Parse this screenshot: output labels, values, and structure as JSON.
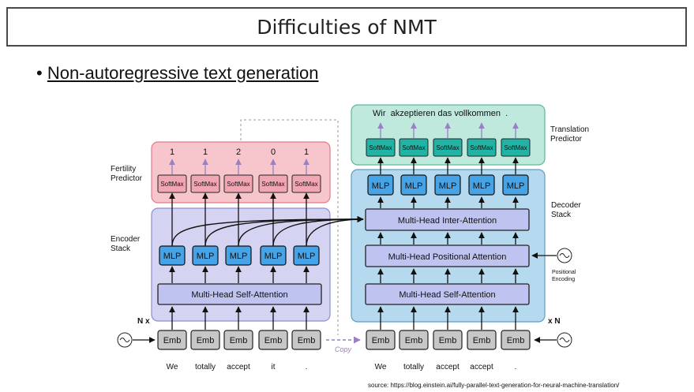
{
  "slide": {
    "title": "Difficulties of NMT",
    "bullet_marker": "•",
    "bullet_text": "Non-autoregressive text generation",
    "source": "source: https://blog.einstein.ai/fully-parallel-text-generation-for-neural-machine-translation/"
  },
  "diagram": {
    "fertility_label_1": "Fertility",
    "fertility_label_2": "Predictor",
    "encoder_label_1": "Encoder",
    "encoder_label_2": "Stack",
    "decoder_label_1": "Decoder",
    "decoder_label_2": "Stack",
    "translation_label_1": "Translation",
    "translation_label_2": "Predictor",
    "positional_label_1": "Positional",
    "positional_label_2": "Encoding",
    "nx_left": "N x",
    "nx_right": "x N",
    "copy_label": "Copy",
    "fertility_values": [
      "1",
      "1",
      "2",
      "0",
      "1"
    ],
    "softmax": "SoftMax",
    "mlp": "MLP",
    "emb": "Emb",
    "encoder_attention": "Multi-Head Self-Attention",
    "decoder_inter_attention": "Multi-Head Inter-Attention",
    "decoder_positional_attention": "Multi-Head Positional Attention",
    "decoder_self_attention": "Multi-Head Self-Attention",
    "output_sentence": "Wir  akzeptieren das vollkommen  .",
    "source_words": [
      "We",
      "totally",
      "accept",
      "it",
      "."
    ],
    "decoder_input_words": [
      "We",
      "totally",
      "accept",
      "accept",
      "."
    ],
    "colors": {
      "fertility_box": "#f7c6cc",
      "encoder_box": "#d4d4f2",
      "decoder_box": "#b5d9ef",
      "translation_box": "#bfe9dc",
      "mlp": "#45a3e6",
      "softmax_red": "#f0a6b3",
      "softmax_teal": "#21b3a4",
      "attention": "#bfc3f0",
      "emb": "#c7c7c7",
      "arrow_up_faded": "#9a7fc4"
    }
  }
}
